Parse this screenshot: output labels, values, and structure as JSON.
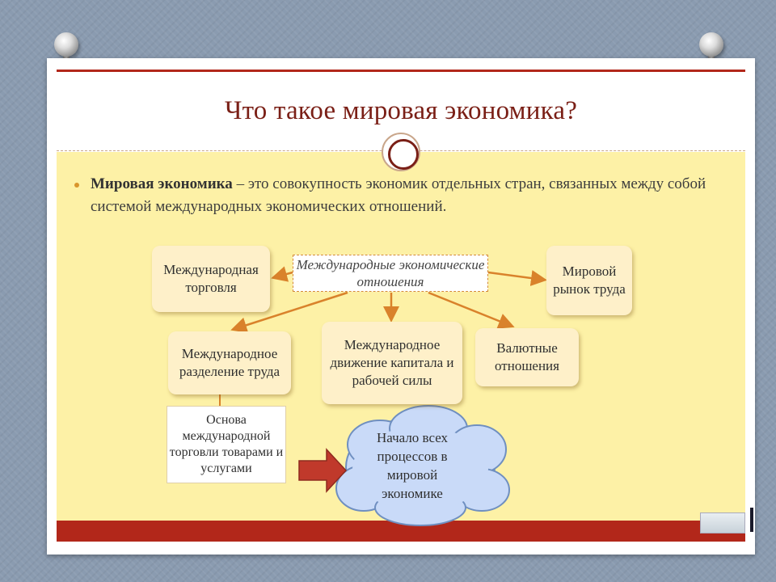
{
  "slide": {
    "title": "Что такое мировая экономика?",
    "definition_term": "Мировая экономика",
    "definition_text": " – это совокупность экономик отдельных стран, связанных между собой системой международных экономических отношений."
  },
  "diagram": {
    "center": "Международные экономические отношения",
    "nodes": {
      "trade": "Международная торговля",
      "labor_market": "Мировой рынок труда",
      "division": "Международное разделение труда",
      "capital": "Международное движение капитала и рабочей силы",
      "currency": "Валютные отношения",
      "basis": "Основа международной торговли товарами и услугами",
      "cloud": "Начало всех процессов в мировой экономике"
    }
  },
  "colors": {
    "accent_red": "#b2271a",
    "title_color": "#7a1f16",
    "body_bg": "#fdf1a6",
    "box_bg": "#fef0c9",
    "arrow_orange": "#d9822b",
    "cloud_bg": "#c9daf8"
  },
  "icons": [
    "pushpin-icon",
    "circle-emblem-icon",
    "bullet-icon",
    "block-arrow-icon",
    "cloud-shape-icon"
  ]
}
